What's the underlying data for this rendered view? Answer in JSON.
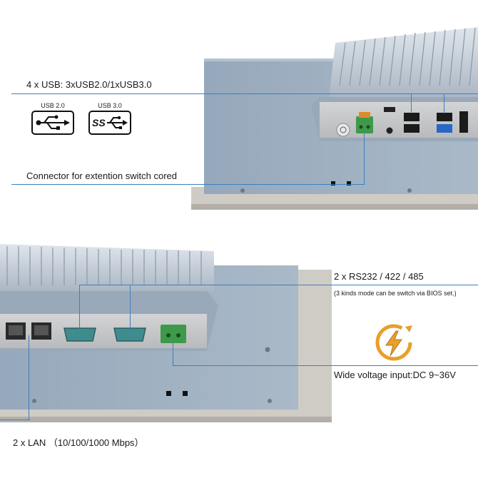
{
  "callouts": {
    "usb": "4 x USB: 3xUSB2.0/1xUSB3.0",
    "switch": "Connector for extention switch cored",
    "serial": "2 x RS232 / 422 / 485",
    "serial_note": "(3 kinds mode can be switch via BIOS set.)",
    "power": "Wide voltage input:DC 9~36V",
    "lan": "2 x LAN （10/100/1000 Mbps）"
  },
  "badges": {
    "usb2_caption": "USB 2.0",
    "usb3_caption": "USB 3.0",
    "usb3_text": "SS"
  },
  "colors": {
    "callout_line": "#3d7fc0",
    "chassis": "#9fb0c2",
    "bezel": "#c8c4bd",
    "connector_green": "#3d9a4a",
    "power_icon": "#e7a02a"
  }
}
